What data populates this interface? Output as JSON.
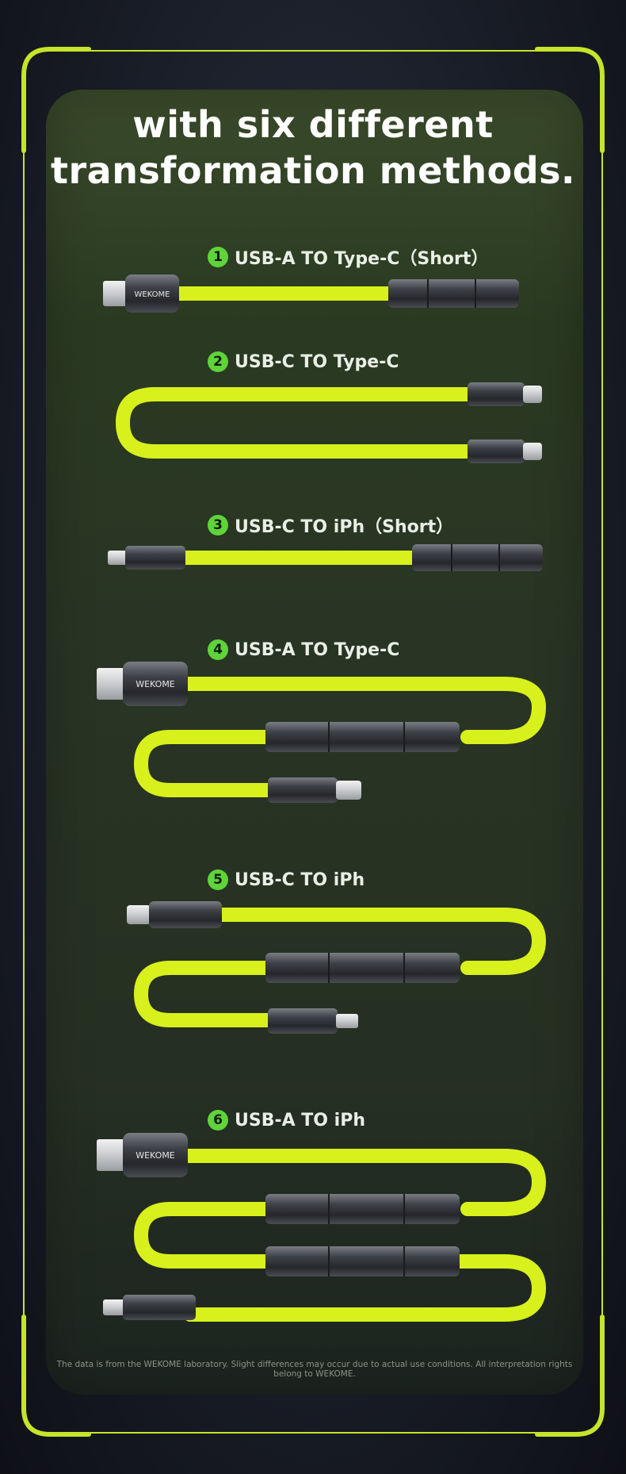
{
  "headline": {
    "line1": "with six different",
    "line2": "transformation methods."
  },
  "methods": [
    {
      "num": "1",
      "label": "USB-A TO Type-C（Short）"
    },
    {
      "num": "2",
      "label": "USB-C TO Type-C"
    },
    {
      "num": "3",
      "label": "USB-C TO iPh（Short）"
    },
    {
      "num": "4",
      "label": "USB-A TO Type-C"
    },
    {
      "num": "5",
      "label": "USB-C TO iPh"
    },
    {
      "num": "6",
      "label": "USB-A TO iPh"
    }
  ],
  "brand": "WEKOME",
  "footer": "The data is from the WEKOME laboratory. Slight differences may occur due to actual use conditions. All interpretation rights belong to WEKOME.",
  "colors": {
    "cable": "#d8f01c",
    "accent": "#5fd33a",
    "frame": "#c5e42a"
  }
}
